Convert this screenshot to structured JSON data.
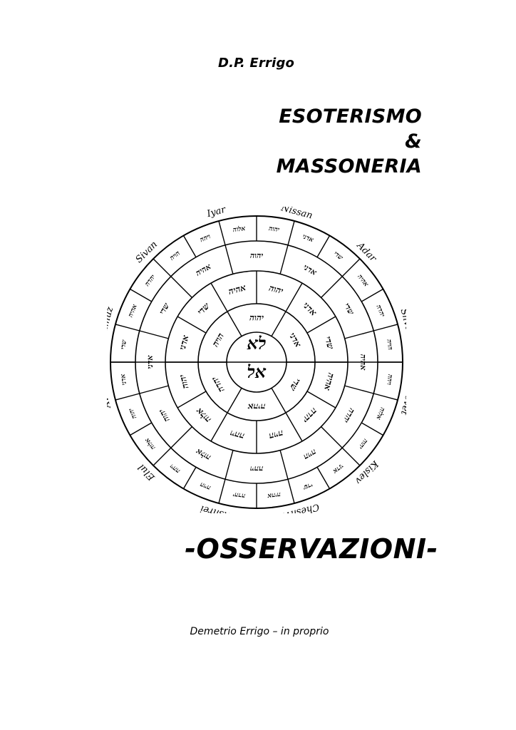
{
  "cover": {
    "author": "D.P. Errigo",
    "title_line1": "ESOTERISMO",
    "title_line2": "&",
    "title_line3": "MASSONERIA",
    "subtitle": "-OSSERVAZIONI-",
    "publisher": "Demetrio Errigo – in proprio"
  },
  "diagram": {
    "months": [
      "Nissan",
      "Adar",
      "Shvat",
      "Tevet",
      "Kislev",
      "Cheshvan",
      "Tishrei",
      "Elul",
      "Av",
      "Tamuz",
      "Sivan",
      "Iyar"
    ],
    "center_top": "לא",
    "center_bottom": "אל"
  }
}
